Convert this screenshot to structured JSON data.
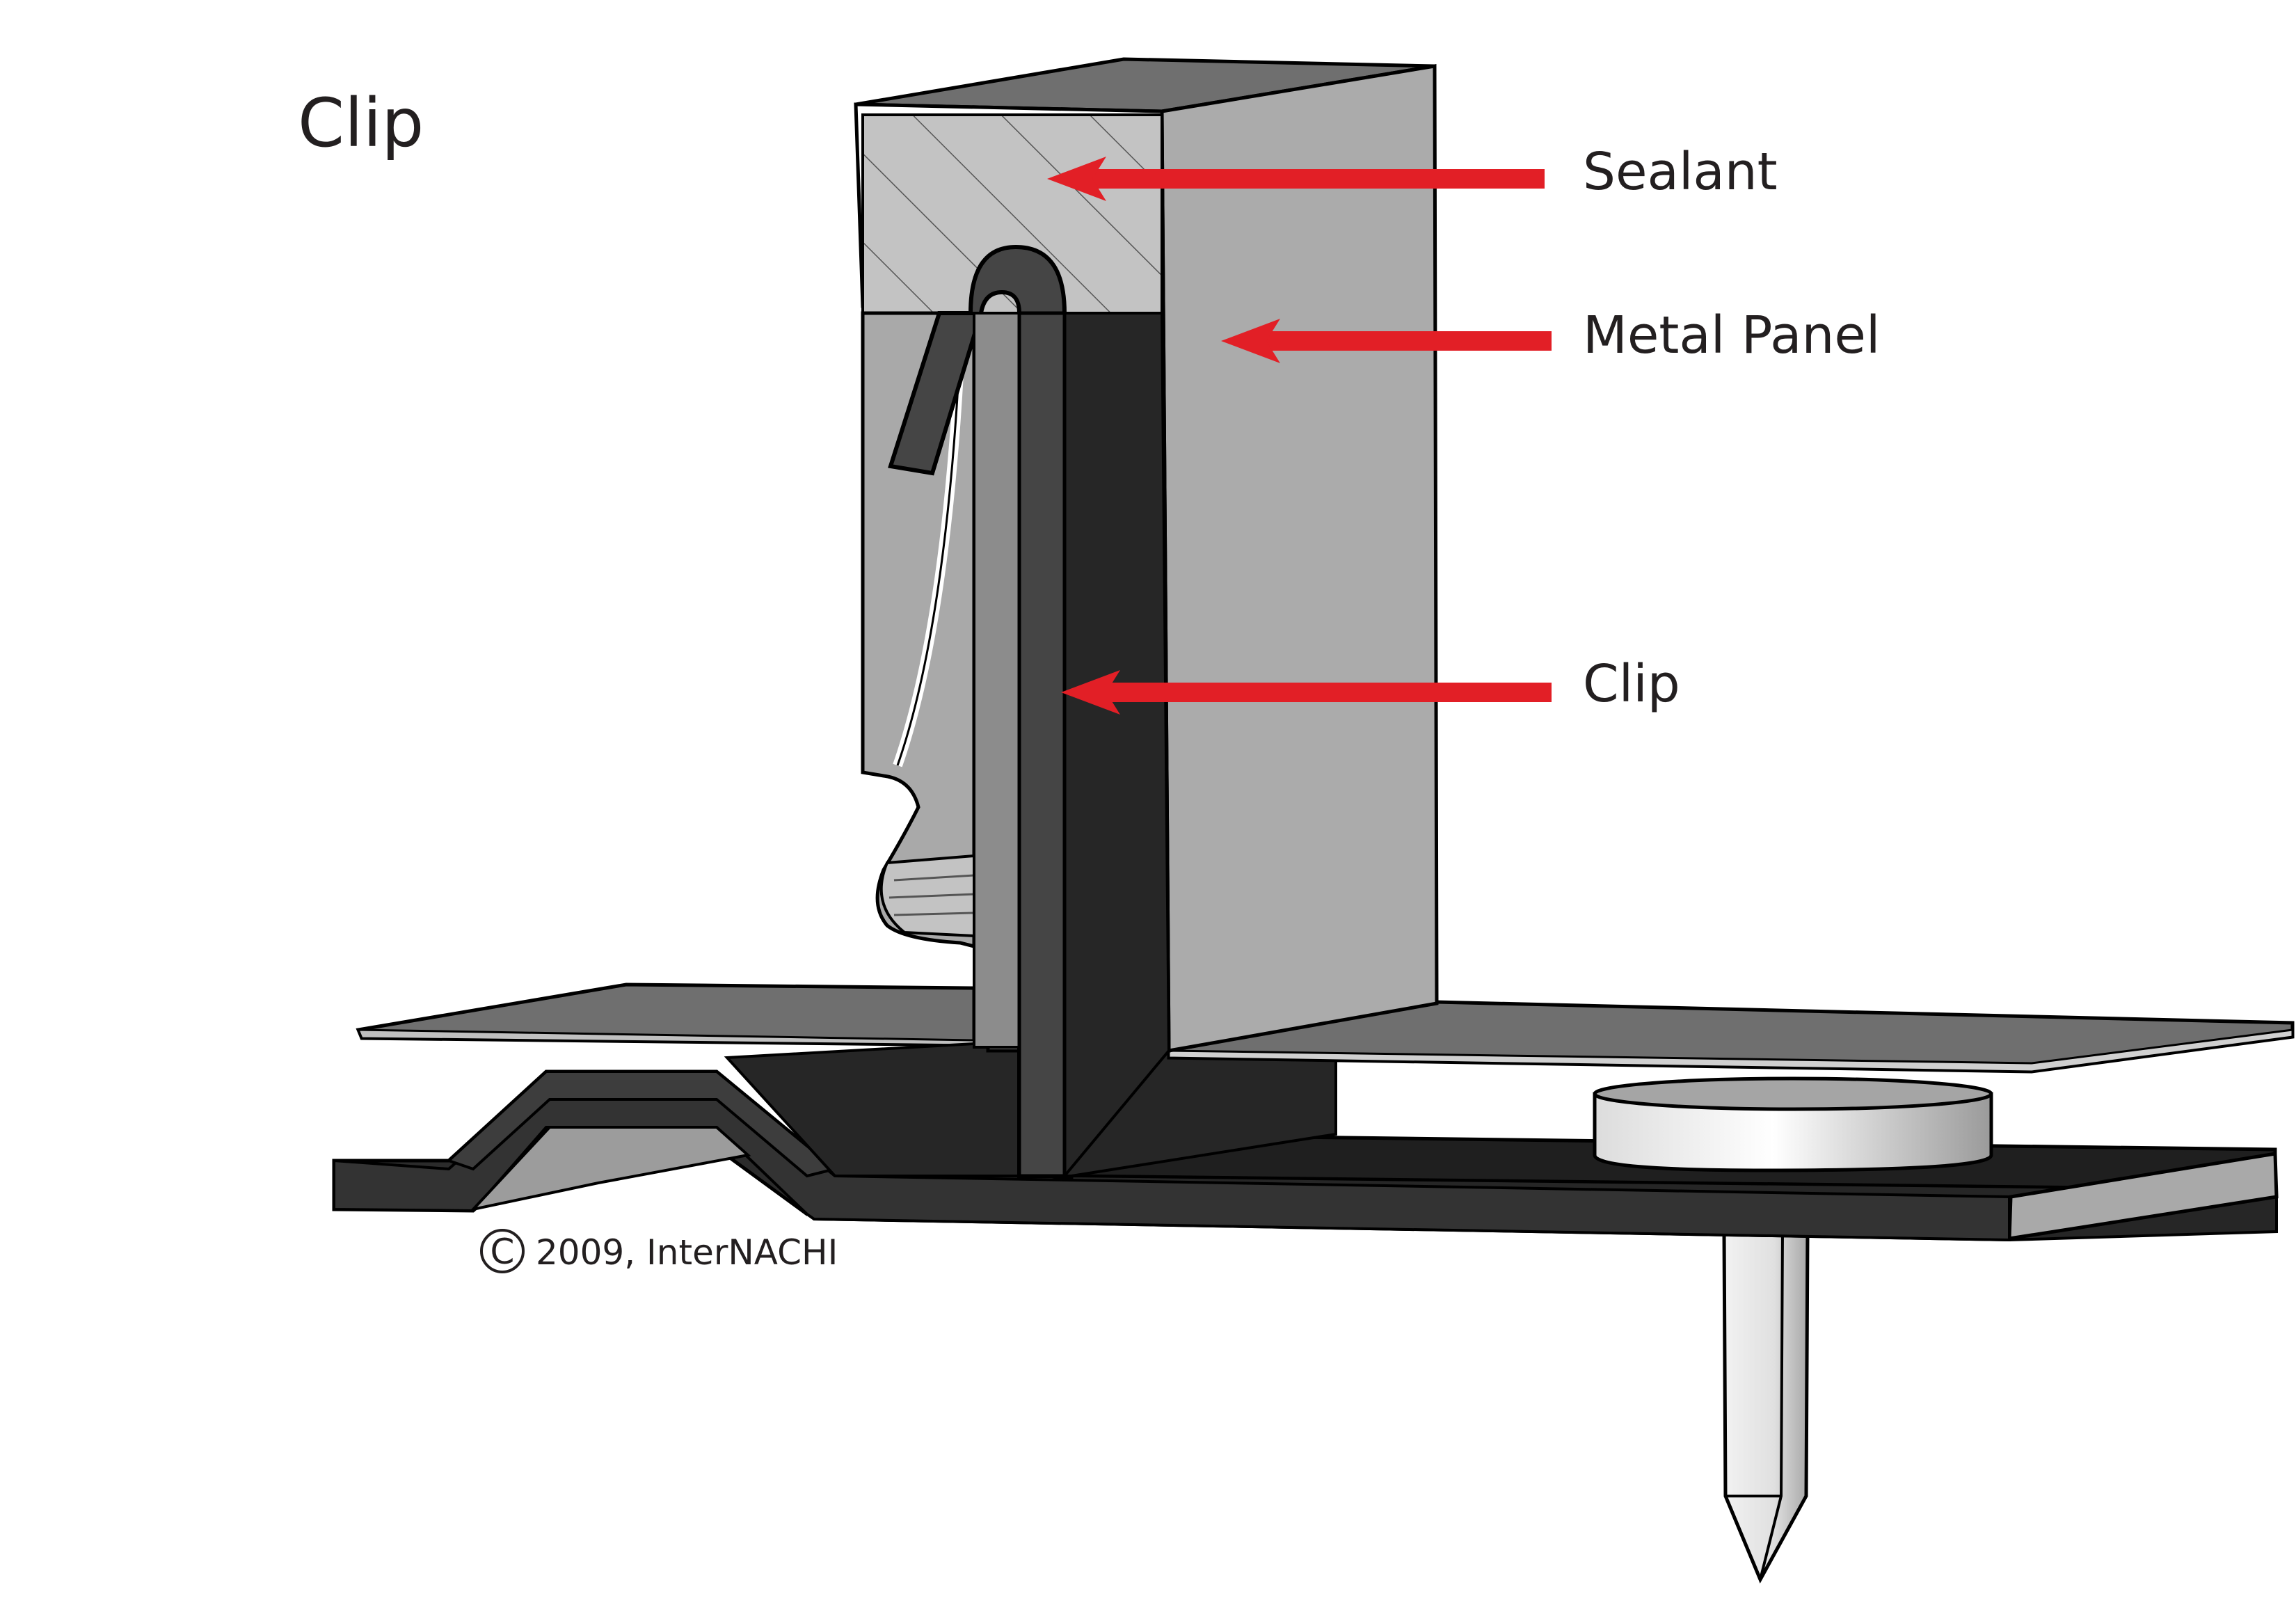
{
  "title": "Clip",
  "callouts": [
    {
      "id": "sealant",
      "label": "Sealant"
    },
    {
      "id": "metal-panel",
      "label": "Metal Panel"
    },
    {
      "id": "clip",
      "label": "Clip"
    }
  ],
  "copyright": {
    "symbol": "C",
    "text": "2009, InterNACHI"
  },
  "colors": {
    "arrow": "#e21f26",
    "panel_light": "#ababab",
    "panel_top": "#6f6f6f",
    "clip_dark": "#262626",
    "clip_mid": "#474747",
    "sealant": "#c3c3c3"
  }
}
